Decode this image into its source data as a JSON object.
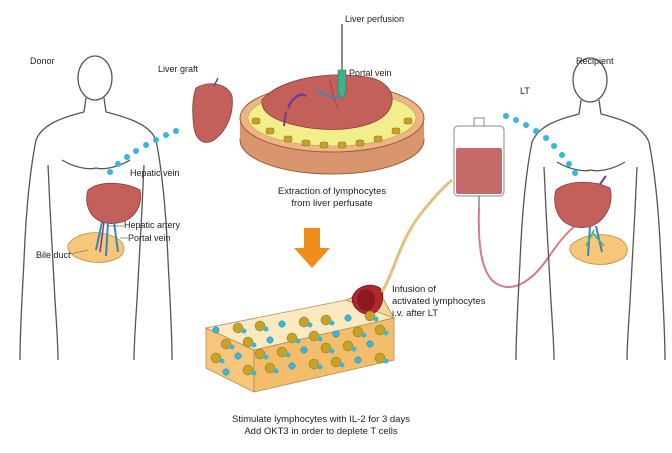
{
  "labels": {
    "donor": "Donor",
    "recipient": "Recipient",
    "liver_graft": "Liver graft",
    "liver_perfusion": "Liver perfusion",
    "portal_vein_top": "Portal vein",
    "hepatic_vein": "Hepatic vein",
    "portal_vein_left": "Portal vein",
    "bile_duct": "Bile duct",
    "hepatic_artery": "Hepatic artery",
    "lt": "LT"
  },
  "captions": {
    "extraction": [
      "Extraction of lymphocytes",
      "from liver perfusate"
    ],
    "stimulation": [
      "Stimulate lymphocytes with IL-2 for 3 days",
      "Add OKT3 in order to deplete T cells"
    ],
    "infusion": [
      "Infusion of",
      "activated lymphocytes",
      "i.v. after LT"
    ]
  },
  "colors": {
    "liver": "#c4605a",
    "liver_dark": "#a54540",
    "dish": "#d9956e",
    "perfusion_fluid": "#f3ee8c",
    "cell_blue": "#38b6dc",
    "cell_gold": "#c7a22a",
    "arrow_orange": "#f08c1a",
    "tube": "#e3c07c",
    "bag": "#c56969",
    "pancreas": "#f6c67a",
    "outline": "#555555"
  }
}
